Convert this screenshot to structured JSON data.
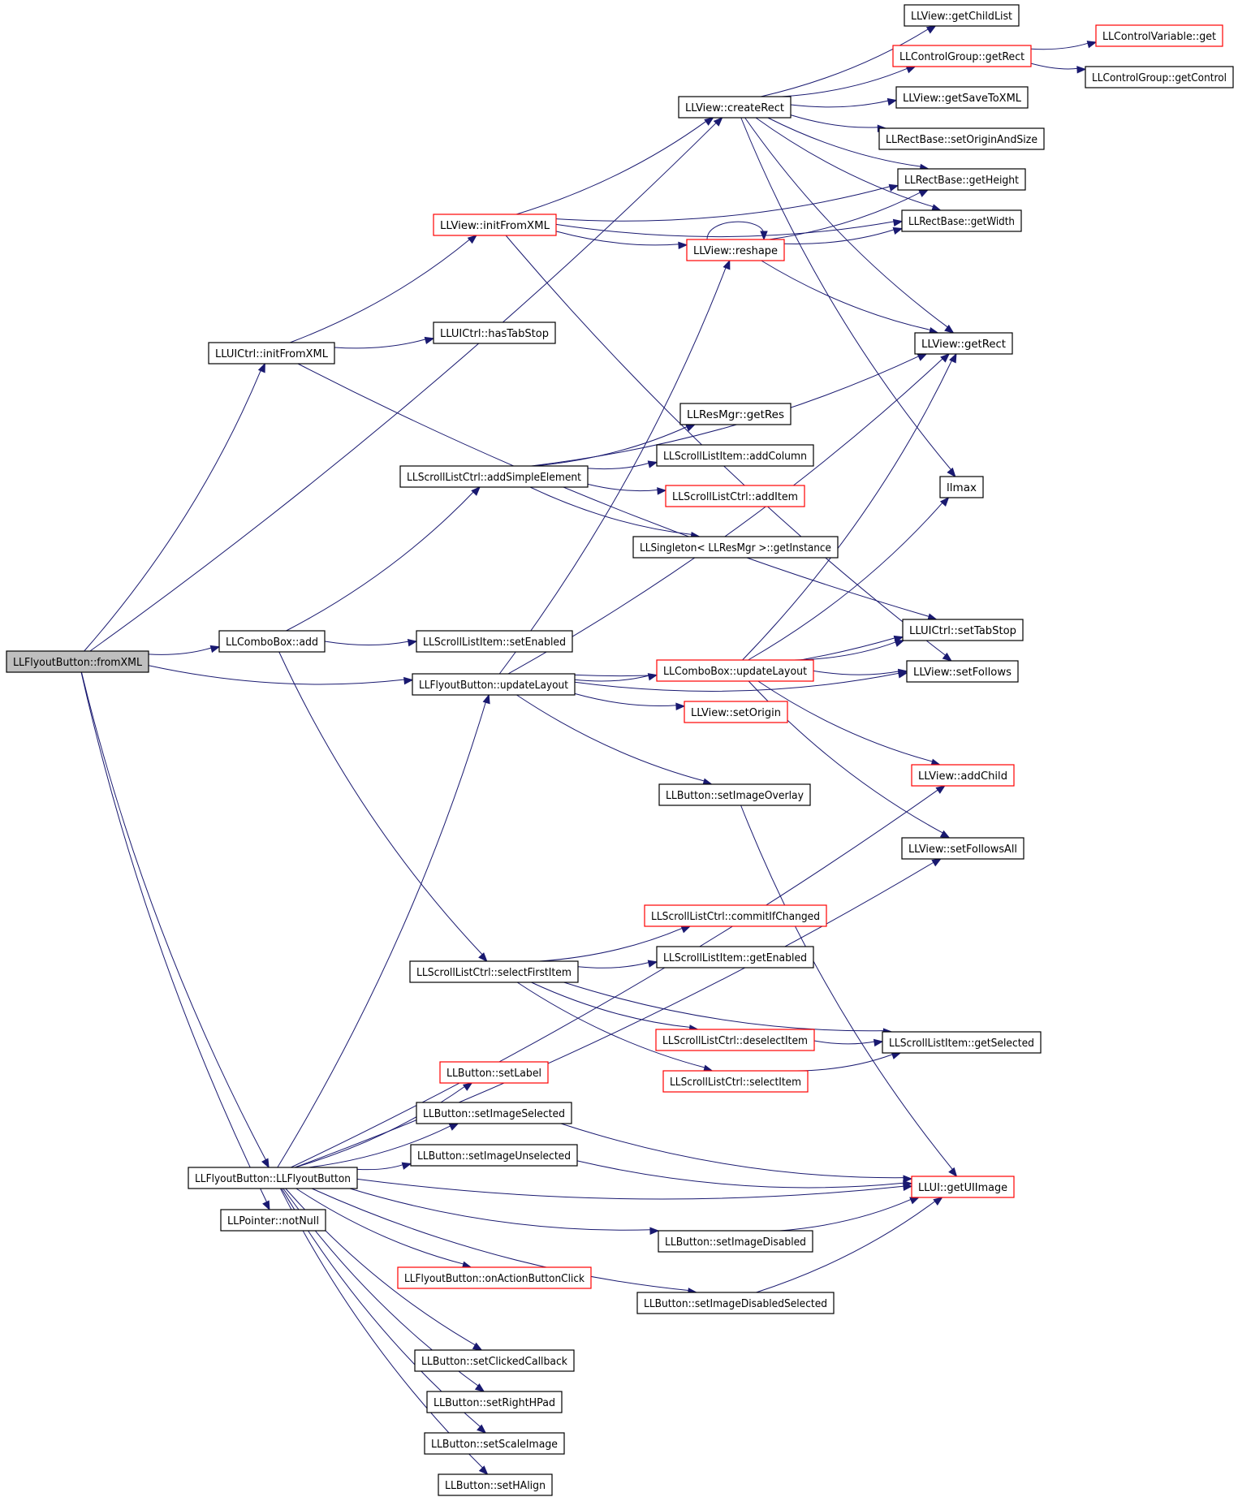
{
  "colors": {
    "edge": "#191970",
    "root_fill": "#bfbfbf",
    "normal_border": "#000000",
    "truncated_border": "#ff0000",
    "node_fill": "#ffffff",
    "background": "#ffffff"
  },
  "nodes": [
    {
      "id": "fromXML",
      "label": "LLFlyoutButton::fromXML",
      "style": "root"
    },
    {
      "id": "uictrl_initFromXML",
      "label": "LLUICtrl::initFromXML",
      "style": "normal"
    },
    {
      "id": "combo_add",
      "label": "LLComboBox::add",
      "style": "normal"
    },
    {
      "id": "flyout_updateLayout",
      "label": "LLFlyoutButton::updateLayout",
      "style": "normal"
    },
    {
      "id": "flyout_ctor",
      "label": "LLFlyoutButton::LLFlyoutButton",
      "style": "normal"
    },
    {
      "id": "pointer_notNull",
      "label": "LLPointer::notNull",
      "style": "normal"
    },
    {
      "id": "view_initFromXML",
      "label": "LLView::initFromXML",
      "style": "truncated"
    },
    {
      "id": "uictrl_hasTabStop",
      "label": "LLUICtrl::hasTabStop",
      "style": "normal"
    },
    {
      "id": "scroll_addSimpleElement",
      "label": "LLScrollListCtrl::addSimpleElement",
      "style": "normal"
    },
    {
      "id": "scrollitem_setEnabled",
      "label": "LLScrollListItem::setEnabled",
      "style": "normal"
    },
    {
      "id": "scroll_selectFirstItem",
      "label": "LLScrollListCtrl::selectFirstItem",
      "style": "normal"
    },
    {
      "id": "btn_setLabel",
      "label": "LLButton::setLabel",
      "style": "truncated"
    },
    {
      "id": "btn_setImageSelected",
      "label": "LLButton::setImageSelected",
      "style": "normal"
    },
    {
      "id": "btn_setImageUnselected",
      "label": "LLButton::setImageUnselected",
      "style": "normal"
    },
    {
      "id": "flyout_onActionButtonClick",
      "label": "LLFlyoutButton::onActionButtonClick",
      "style": "truncated"
    },
    {
      "id": "btn_setClickedCallback",
      "label": "LLButton::setClickedCallback",
      "style": "normal"
    },
    {
      "id": "btn_setRightHPad",
      "label": "LLButton::setRightHPad",
      "style": "normal"
    },
    {
      "id": "btn_setScaleImage",
      "label": "LLButton::setScaleImage",
      "style": "normal"
    },
    {
      "id": "btn_setHAlign",
      "label": "LLButton::setHAlign",
      "style": "normal"
    },
    {
      "id": "view_createRect",
      "label": "LLView::createRect",
      "style": "normal"
    },
    {
      "id": "view_reshape",
      "label": "LLView::reshape",
      "style": "truncated"
    },
    {
      "id": "resmgr_getRes",
      "label": "LLResMgr::getRes",
      "style": "normal"
    },
    {
      "id": "scrollitem_addColumn",
      "label": "LLScrollListItem::addColumn",
      "style": "normal"
    },
    {
      "id": "scroll_addItem",
      "label": "LLScrollListCtrl::addItem",
      "style": "truncated"
    },
    {
      "id": "singleton_getInstance",
      "label": "LLSingleton< LLResMgr >::getInstance",
      "style": "normal"
    },
    {
      "id": "combo_updateLayout",
      "label": "LLComboBox::updateLayout",
      "style": "truncated"
    },
    {
      "id": "view_setOrigin",
      "label": "LLView::setOrigin",
      "style": "truncated"
    },
    {
      "id": "btn_setImageOverlay",
      "label": "LLButton::setImageOverlay",
      "style": "normal"
    },
    {
      "id": "scroll_commitIfChanged",
      "label": "LLScrollListCtrl::commitIfChanged",
      "style": "truncated"
    },
    {
      "id": "scrollitem_getEnabled",
      "label": "LLScrollListItem::getEnabled",
      "style": "normal"
    },
    {
      "id": "scroll_deselectItem",
      "label": "LLScrollListCtrl::deselectItem",
      "style": "truncated"
    },
    {
      "id": "scroll_selectItem",
      "label": "LLScrollListCtrl::selectItem",
      "style": "truncated"
    },
    {
      "id": "btn_setImageDisabled",
      "label": "LLButton::setImageDisabled",
      "style": "normal"
    },
    {
      "id": "btn_setImageDisabledSelected",
      "label": "LLButton::setImageDisabledSelected",
      "style": "normal"
    },
    {
      "id": "view_getChildList",
      "label": "LLView::getChildList",
      "style": "normal"
    },
    {
      "id": "controlgroup_getRect",
      "label": "LLControlGroup::getRect",
      "style": "truncated"
    },
    {
      "id": "view_getSaveToXML",
      "label": "LLView::getSaveToXML",
      "style": "normal"
    },
    {
      "id": "rect_setOriginAndSize",
      "label": "LLRectBase::setOriginAndSize",
      "style": "normal"
    },
    {
      "id": "rect_getHeight",
      "label": "LLRectBase::getHeight",
      "style": "normal"
    },
    {
      "id": "rect_getWidth",
      "label": "LLRectBase::getWidth",
      "style": "normal"
    },
    {
      "id": "view_getRect",
      "label": "LLView::getRect",
      "style": "normal"
    },
    {
      "id": "llmax",
      "label": "llmax",
      "style": "normal"
    },
    {
      "id": "uictrl_setTabStop",
      "label": "LLUICtrl::setTabStop",
      "style": "normal"
    },
    {
      "id": "view_setFollows",
      "label": "LLView::setFollows",
      "style": "normal"
    },
    {
      "id": "view_addChild",
      "label": "LLView::addChild",
      "style": "truncated"
    },
    {
      "id": "view_setFollowsAll",
      "label": "LLView::setFollowsAll",
      "style": "normal"
    },
    {
      "id": "scrollitem_getSelected",
      "label": "LLScrollListItem::getSelected",
      "style": "normal"
    },
    {
      "id": "llui_getUIImage",
      "label": "LLUI::getUIImage",
      "style": "truncated"
    },
    {
      "id": "controlvariable_get",
      "label": "LLControlVariable::get",
      "style": "truncated"
    },
    {
      "id": "controlgroup_getControl",
      "label": "LLControlGroup::getControl",
      "style": "normal"
    }
  ],
  "edges": [
    [
      "fromXML",
      "view_createRect"
    ],
    [
      "fromXML",
      "uictrl_initFromXML"
    ],
    [
      "fromXML",
      "combo_add"
    ],
    [
      "fromXML",
      "flyout_updateLayout"
    ],
    [
      "fromXML",
      "flyout_ctor"
    ],
    [
      "fromXML",
      "pointer_notNull"
    ],
    [
      "uictrl_initFromXML",
      "view_initFromXML"
    ],
    [
      "uictrl_initFromXML",
      "uictrl_hasTabStop"
    ],
    [
      "uictrl_initFromXML",
      "uictrl_setTabStop"
    ],
    [
      "combo_add",
      "scroll_addSimpleElement"
    ],
    [
      "combo_add",
      "scrollitem_setEnabled"
    ],
    [
      "combo_add",
      "scroll_selectFirstItem"
    ],
    [
      "view_initFromXML",
      "view_createRect"
    ],
    [
      "view_initFromXML",
      "rect_getHeight"
    ],
    [
      "view_initFromXML",
      "rect_getWidth"
    ],
    [
      "view_initFromXML",
      "view_reshape"
    ],
    [
      "view_initFromXML",
      "view_setFollows"
    ],
    [
      "view_createRect",
      "view_getChildList"
    ],
    [
      "view_createRect",
      "controlgroup_getRect"
    ],
    [
      "view_createRect",
      "view_getSaveToXML"
    ],
    [
      "view_createRect",
      "rect_setOriginAndSize"
    ],
    [
      "view_createRect",
      "rect_getHeight"
    ],
    [
      "view_createRect",
      "rect_getWidth"
    ],
    [
      "view_createRect",
      "view_getRect"
    ],
    [
      "view_createRect",
      "llmax"
    ],
    [
      "controlgroup_getRect",
      "controlvariable_get"
    ],
    [
      "controlgroup_getRect",
      "controlgroup_getControl"
    ],
    [
      "view_reshape",
      "view_reshape"
    ],
    [
      "view_reshape",
      "rect_getHeight"
    ],
    [
      "view_reshape",
      "rect_getWidth"
    ],
    [
      "view_reshape",
      "view_getRect"
    ],
    [
      "scroll_addSimpleElement",
      "view_getRect"
    ],
    [
      "scroll_addSimpleElement",
      "resmgr_getRes"
    ],
    [
      "scroll_addSimpleElement",
      "scrollitem_addColumn"
    ],
    [
      "scroll_addSimpleElement",
      "scroll_addItem"
    ],
    [
      "scroll_addSimpleElement",
      "singleton_getInstance"
    ],
    [
      "flyout_updateLayout",
      "view_reshape"
    ],
    [
      "flyout_updateLayout",
      "view_getRect"
    ],
    [
      "flyout_updateLayout",
      "uictrl_setTabStop"
    ],
    [
      "flyout_updateLayout",
      "combo_updateLayout"
    ],
    [
      "flyout_updateLayout",
      "view_setOrigin"
    ],
    [
      "flyout_updateLayout",
      "view_setFollows"
    ],
    [
      "flyout_updateLayout",
      "btn_setImageOverlay"
    ],
    [
      "combo_updateLayout",
      "view_getRect"
    ],
    [
      "combo_updateLayout",
      "llmax"
    ],
    [
      "combo_updateLayout",
      "uictrl_setTabStop"
    ],
    [
      "combo_updateLayout",
      "view_setFollows"
    ],
    [
      "combo_updateLayout",
      "view_addChild"
    ],
    [
      "combo_updateLayout",
      "view_setFollowsAll"
    ],
    [
      "btn_setImageOverlay",
      "llui_getUIImage"
    ],
    [
      "scroll_selectFirstItem",
      "scroll_commitIfChanged"
    ],
    [
      "scroll_selectFirstItem",
      "scrollitem_getEnabled"
    ],
    [
      "scroll_selectFirstItem",
      "scroll_deselectItem"
    ],
    [
      "scroll_selectFirstItem",
      "scroll_selectItem"
    ],
    [
      "scroll_selectFirstItem",
      "scrollitem_getSelected"
    ],
    [
      "scroll_deselectItem",
      "scrollitem_getSelected"
    ],
    [
      "scroll_selectItem",
      "scrollitem_getSelected"
    ],
    [
      "flyout_ctor",
      "flyout_updateLayout"
    ],
    [
      "flyout_ctor",
      "view_addChild"
    ],
    [
      "flyout_ctor",
      "view_setFollowsAll"
    ],
    [
      "flyout_ctor",
      "btn_setLabel"
    ],
    [
      "flyout_ctor",
      "btn_setImageSelected"
    ],
    [
      "flyout_ctor",
      "btn_setImageUnselected"
    ],
    [
      "flyout_ctor",
      "llui_getUIImage"
    ],
    [
      "flyout_ctor",
      "btn_setImageDisabled"
    ],
    [
      "flyout_ctor",
      "flyout_onActionButtonClick"
    ],
    [
      "flyout_ctor",
      "btn_setImageDisabledSelected"
    ],
    [
      "flyout_ctor",
      "btn_setClickedCallback"
    ],
    [
      "flyout_ctor",
      "btn_setRightHPad"
    ],
    [
      "flyout_ctor",
      "btn_setScaleImage"
    ],
    [
      "flyout_ctor",
      "btn_setHAlign"
    ],
    [
      "btn_setImageSelected",
      "llui_getUIImage"
    ],
    [
      "btn_setImageUnselected",
      "llui_getUIImage"
    ],
    [
      "btn_setImageDisabled",
      "llui_getUIImage"
    ],
    [
      "btn_setImageDisabledSelected",
      "llui_getUIImage"
    ]
  ]
}
